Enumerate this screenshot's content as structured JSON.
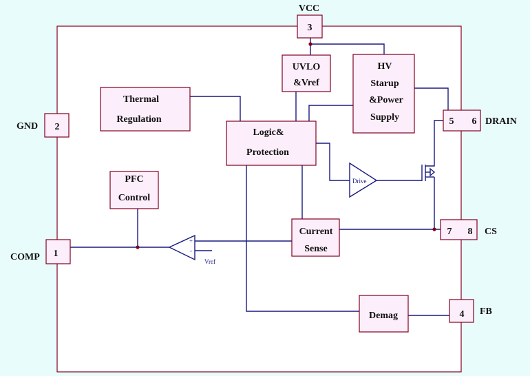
{
  "colors": {
    "background": "#e9fcfc",
    "chip": "#ffffff",
    "block_fill": "#fdeefb",
    "block_border": "#800020",
    "wire": "#1a1a80"
  },
  "pins": {
    "vcc": {
      "number": "3",
      "label": "VCC"
    },
    "gnd": {
      "number": "2",
      "label": "GND"
    },
    "comp": {
      "number": "1",
      "label": "COMP"
    },
    "drain": {
      "numbers": [
        "5",
        "6"
      ],
      "label": "DRAIN"
    },
    "cs": {
      "numbers": [
        "7",
        "8"
      ],
      "label": "CS"
    },
    "fb": {
      "number": "4",
      "label": "FB"
    }
  },
  "blocks": {
    "thermal": [
      "Thermal",
      "Regulation"
    ],
    "uvlo": [
      "UVLO",
      "&Vref"
    ],
    "hv": [
      "HV",
      "Starup",
      "&Power",
      "Supply"
    ],
    "logic": [
      "Logic&",
      "Protection"
    ],
    "pfc": [
      "PFC",
      "Control"
    ],
    "current_sense": [
      "Current",
      "Sense"
    ],
    "demag": [
      "Demag"
    ]
  },
  "drive_label": "Drive",
  "opamp": {
    "plus": "+",
    "minus": "-",
    "ref": "Vref"
  }
}
